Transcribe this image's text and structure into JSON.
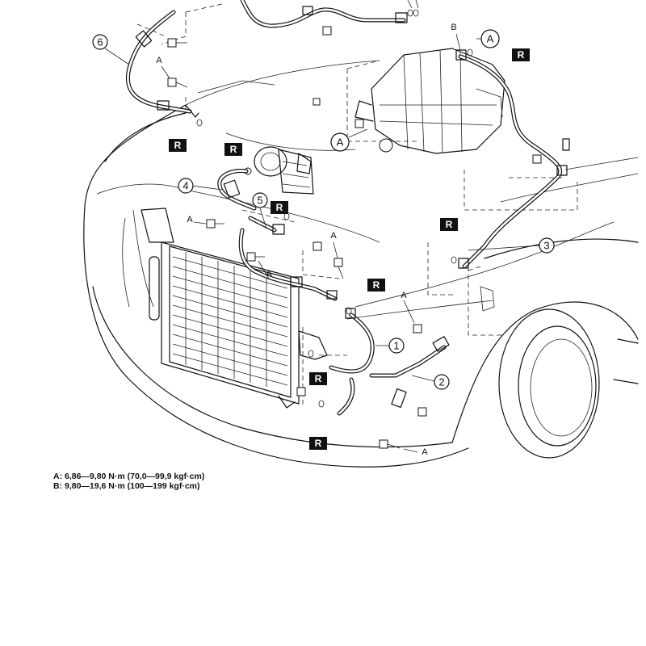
{
  "callouts": {
    "n1": "1",
    "n2": "2",
    "n3": "3",
    "n4": "4",
    "n5": "5",
    "n6": "6"
  },
  "markers": {
    "a": "A",
    "b": "B",
    "r": "R"
  },
  "legend": {
    "a": "A: 6,86—9,80 N·m (70,0—99,9 kgf·cm)",
    "b": "B: 9,80—19,6 N·m (100—199 kgf·cm)"
  }
}
